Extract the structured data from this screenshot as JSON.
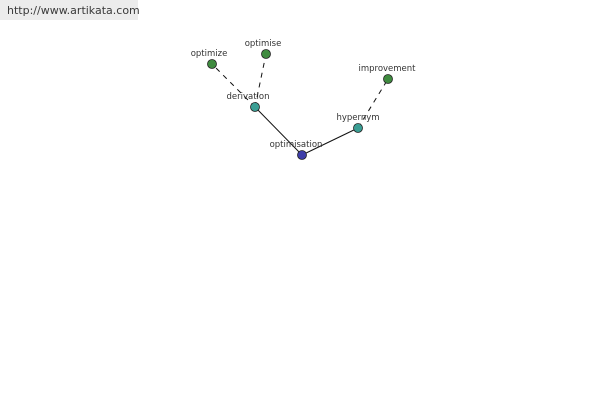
{
  "header": {
    "url_text": "http://www.artikata.com"
  },
  "graph": {
    "colors": {
      "root": "#3d3da8",
      "relation": "#3a9e94",
      "leaf": "#3f8b3f",
      "node_stroke": "#222222",
      "edge": "#111111"
    },
    "nodes": [
      {
        "id": "optimisation",
        "label": "optimisation",
        "kind": "root"
      },
      {
        "id": "derivation",
        "label": "derivation",
        "kind": "relation"
      },
      {
        "id": "hypernym",
        "label": "hypernym",
        "kind": "relation"
      },
      {
        "id": "optimize",
        "label": "optimize",
        "kind": "leaf"
      },
      {
        "id": "optimise",
        "label": "optimise",
        "kind": "leaf"
      },
      {
        "id": "improvement",
        "label": "improvement",
        "kind": "leaf"
      }
    ],
    "edges": [
      {
        "from": "optimisation",
        "to": "derivation",
        "style": "solid"
      },
      {
        "from": "optimisation",
        "to": "hypernym",
        "style": "solid"
      },
      {
        "from": "derivation",
        "to": "optimize",
        "style": "dashed"
      },
      {
        "from": "derivation",
        "to": "optimise",
        "style": "dashed"
      },
      {
        "from": "hypernym",
        "to": "improvement",
        "style": "dashed"
      }
    ]
  }
}
